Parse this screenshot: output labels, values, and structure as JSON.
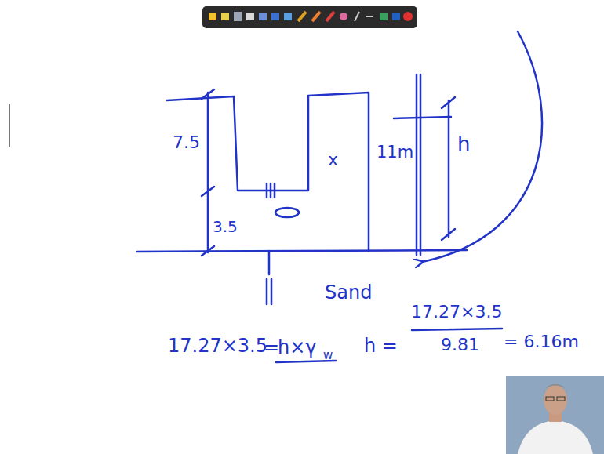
{
  "diagram": {
    "labels": [
      "7.5",
      "3.5",
      "11m",
      "h",
      "x",
      "Sand",
      "17.27×3.5",
      "=",
      "h×γ",
      "w",
      "h =",
      "17.27×3.5",
      "9.81",
      "= 6.16m"
    ]
  }
}
